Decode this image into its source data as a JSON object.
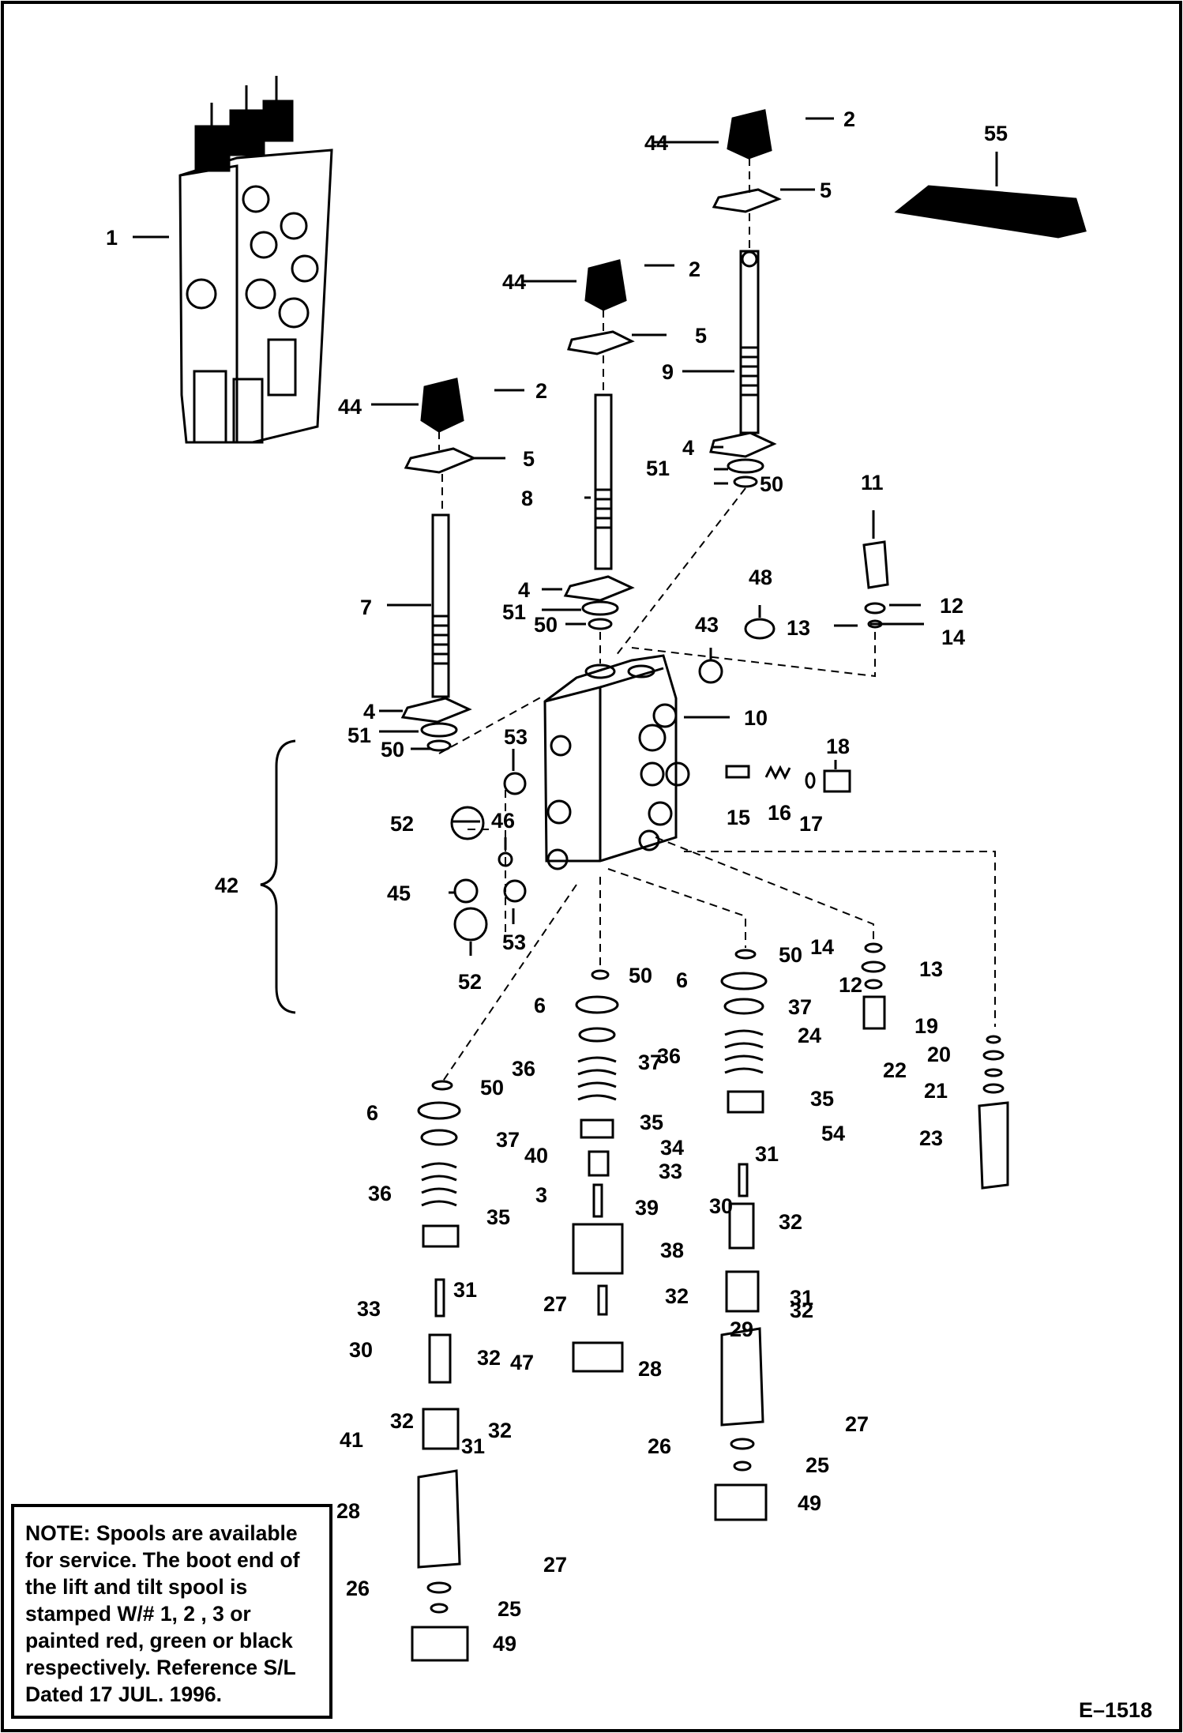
{
  "callouts": [
    {
      "id": "c1",
      "text": "1"
    },
    {
      "id": "c2a",
      "text": "2"
    },
    {
      "id": "c2b",
      "text": "2"
    },
    {
      "id": "c2c",
      "text": "2"
    },
    {
      "id": "c3",
      "text": "3"
    },
    {
      "id": "c4a",
      "text": "4"
    },
    {
      "id": "c4b",
      "text": "4"
    },
    {
      "id": "c4c",
      "text": "4"
    },
    {
      "id": "c5a",
      "text": "5"
    },
    {
      "id": "c5b",
      "text": "5"
    },
    {
      "id": "c5c",
      "text": "5"
    },
    {
      "id": "c6a",
      "text": "6"
    },
    {
      "id": "c6b",
      "text": "6"
    },
    {
      "id": "c6c",
      "text": "6"
    },
    {
      "id": "c7",
      "text": "7"
    },
    {
      "id": "c8",
      "text": "8"
    },
    {
      "id": "c9",
      "text": "9"
    },
    {
      "id": "c10",
      "text": "10"
    },
    {
      "id": "c11",
      "text": "11"
    },
    {
      "id": "c12a",
      "text": "12"
    },
    {
      "id": "c12b",
      "text": "12"
    },
    {
      "id": "c13a",
      "text": "13"
    },
    {
      "id": "c13b",
      "text": "13"
    },
    {
      "id": "c14a",
      "text": "14"
    },
    {
      "id": "c14b",
      "text": "14"
    },
    {
      "id": "c15",
      "text": "15"
    },
    {
      "id": "c16",
      "text": "16"
    },
    {
      "id": "c17",
      "text": "17"
    },
    {
      "id": "c18",
      "text": "18"
    },
    {
      "id": "c19",
      "text": "19"
    },
    {
      "id": "c20",
      "text": "20"
    },
    {
      "id": "c21",
      "text": "21"
    },
    {
      "id": "c22",
      "text": "22"
    },
    {
      "id": "c23",
      "text": "23"
    },
    {
      "id": "c24",
      "text": "24"
    },
    {
      "id": "c25a",
      "text": "25"
    },
    {
      "id": "c25b",
      "text": "25"
    },
    {
      "id": "c26a",
      "text": "26"
    },
    {
      "id": "c26b",
      "text": "26"
    },
    {
      "id": "c27a",
      "text": "27"
    },
    {
      "id": "c27b",
      "text": "27"
    },
    {
      "id": "c27c",
      "text": "27"
    },
    {
      "id": "c28a",
      "text": "28"
    },
    {
      "id": "c28b",
      "text": "28"
    },
    {
      "id": "c29",
      "text": "29"
    },
    {
      "id": "c30a",
      "text": "30"
    },
    {
      "id": "c30b",
      "text": "30"
    },
    {
      "id": "c31a",
      "text": "31"
    },
    {
      "id": "c31b",
      "text": "31"
    },
    {
      "id": "c31c",
      "text": "31"
    },
    {
      "id": "c31d",
      "text": "31"
    },
    {
      "id": "c32a",
      "text": "32"
    },
    {
      "id": "c32b",
      "text": "32"
    },
    {
      "id": "c32c",
      "text": "32"
    },
    {
      "id": "c32d",
      "text": "32"
    },
    {
      "id": "c32e",
      "text": "32"
    },
    {
      "id": "c32f",
      "text": "32"
    },
    {
      "id": "c33a",
      "text": "33"
    },
    {
      "id": "c33b",
      "text": "33"
    },
    {
      "id": "c34",
      "text": "34"
    },
    {
      "id": "c35a",
      "text": "35"
    },
    {
      "id": "c35b",
      "text": "35"
    },
    {
      "id": "c35c",
      "text": "35"
    },
    {
      "id": "c36a",
      "text": "36"
    },
    {
      "id": "c36b",
      "text": "36"
    },
    {
      "id": "c36c",
      "text": "36"
    },
    {
      "id": "c37a",
      "text": "37"
    },
    {
      "id": "c37b",
      "text": "37"
    },
    {
      "id": "c37c",
      "text": "37"
    },
    {
      "id": "c38",
      "text": "38"
    },
    {
      "id": "c39",
      "text": "39"
    },
    {
      "id": "c40",
      "text": "40"
    },
    {
      "id": "c41",
      "text": "41"
    },
    {
      "id": "c42",
      "text": "42"
    },
    {
      "id": "c43",
      "text": "43"
    },
    {
      "id": "c44a",
      "text": "44"
    },
    {
      "id": "c44b",
      "text": "44"
    },
    {
      "id": "c44c",
      "text": "44"
    },
    {
      "id": "c45",
      "text": "45"
    },
    {
      "id": "c46",
      "text": "46"
    },
    {
      "id": "c47",
      "text": "47"
    },
    {
      "id": "c48",
      "text": "48"
    },
    {
      "id": "c49a",
      "text": "49"
    },
    {
      "id": "c49b",
      "text": "49"
    },
    {
      "id": "c50a",
      "text": "50"
    },
    {
      "id": "c50b",
      "text": "50"
    },
    {
      "id": "c50c",
      "text": "50"
    },
    {
      "id": "c50d",
      "text": "50"
    },
    {
      "id": "c50e",
      "text": "50"
    },
    {
      "id": "c50f",
      "text": "50"
    },
    {
      "id": "c51a",
      "text": "51"
    },
    {
      "id": "c51b",
      "text": "51"
    },
    {
      "id": "c51c",
      "text": "51"
    },
    {
      "id": "c52a",
      "text": "52"
    },
    {
      "id": "c52b",
      "text": "52"
    },
    {
      "id": "c53a",
      "text": "53"
    },
    {
      "id": "c53b",
      "text": "53"
    },
    {
      "id": "c54",
      "text": "54"
    },
    {
      "id": "c55",
      "text": "55"
    }
  ],
  "note": {
    "heading": "NOTE:",
    "body": "Spools are available for service. The boot end of the lift and tilt spool is stamped W/# 1, 2 , 3 or painted red, green or black respectively. Reference S/L Dated 17 JUL. 1996."
  },
  "figure_id": "E–1518"
}
